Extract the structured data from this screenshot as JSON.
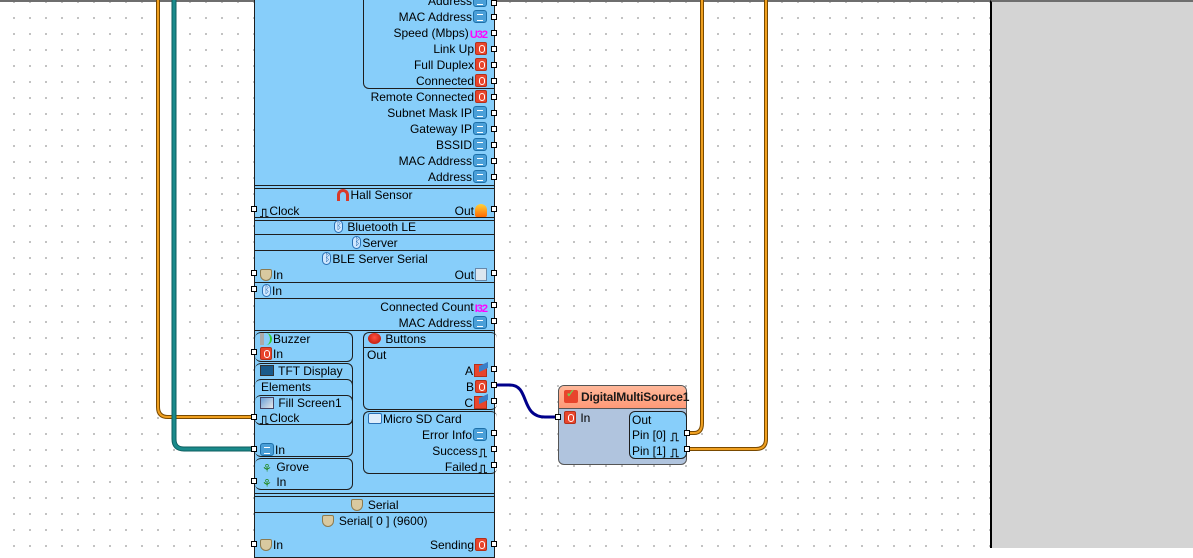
{
  "canvas": {
    "grid": "dotted",
    "wire_colors": {
      "digital": "#d98c00",
      "text": "#1a7f80",
      "selected": "#00008b"
    }
  },
  "main_component": {
    "network_block": {
      "inner_rows": [
        {
          "label": "Address",
          "icon": "text-icon"
        },
        {
          "label": "MAC Address",
          "icon": "text-icon"
        },
        {
          "label": "Speed (Mbps)",
          "icon": "u32-icon",
          "badge": "U32"
        },
        {
          "label": "Link Up",
          "icon": "bool-icon"
        },
        {
          "label": "Full Duplex",
          "icon": "bool-icon"
        },
        {
          "label": "Connected",
          "icon": "bool-icon"
        }
      ],
      "outer_rows": [
        {
          "label": "Remote Connected",
          "icon": "bool-icon"
        },
        {
          "label": "Subnet Mask IP",
          "icon": "text-icon"
        },
        {
          "label": "Gateway IP",
          "icon": "text-icon"
        },
        {
          "label": "BSSID",
          "icon": "text-icon"
        },
        {
          "label": "MAC Address",
          "icon": "text-icon"
        },
        {
          "label": "Address",
          "icon": "text-icon"
        }
      ]
    },
    "hall_sensor": {
      "title": "Hall Sensor",
      "in_label": "Clock",
      "out_label": "Out"
    },
    "bluetooth": {
      "title": "Bluetooth LE",
      "server": "Server",
      "ble_serial": {
        "title": "BLE Server Serial",
        "in_label": "In",
        "out_label": "Out"
      },
      "in2_label": "In",
      "connected_count": {
        "label": "Connected Count",
        "badge": "I32"
      },
      "mac_address": "MAC Address"
    },
    "buzzer": {
      "title": "Buzzer",
      "in_label": "In"
    },
    "tft_display": {
      "title": "TFT Display",
      "elements_label": "Elements",
      "fill_screen": {
        "title": "Fill Screen1",
        "in_label": "Clock"
      },
      "in_label": "In"
    },
    "grove": {
      "title": "Grove",
      "in_label": "In"
    },
    "buttons": {
      "title": "Buttons",
      "out_label": "Out",
      "pins": [
        "A",
        "B",
        "C"
      ]
    },
    "micro_sd": {
      "title": "Micro SD Card",
      "outputs": [
        "Error Info",
        "Success",
        "Failed"
      ]
    },
    "serial": {
      "title": "Serial",
      "channel": "Serial[ 0 ] (9600)",
      "in_label": "In",
      "out_label": "Sending"
    }
  },
  "digital_multi_source": {
    "title": "DigitalMultiSource1",
    "in_label": "In",
    "out_label": "Out",
    "pins": [
      "Pin [0]",
      "Pin [1]"
    ]
  },
  "clock_glyph": "⎍",
  "vine_glyph": "⚘"
}
